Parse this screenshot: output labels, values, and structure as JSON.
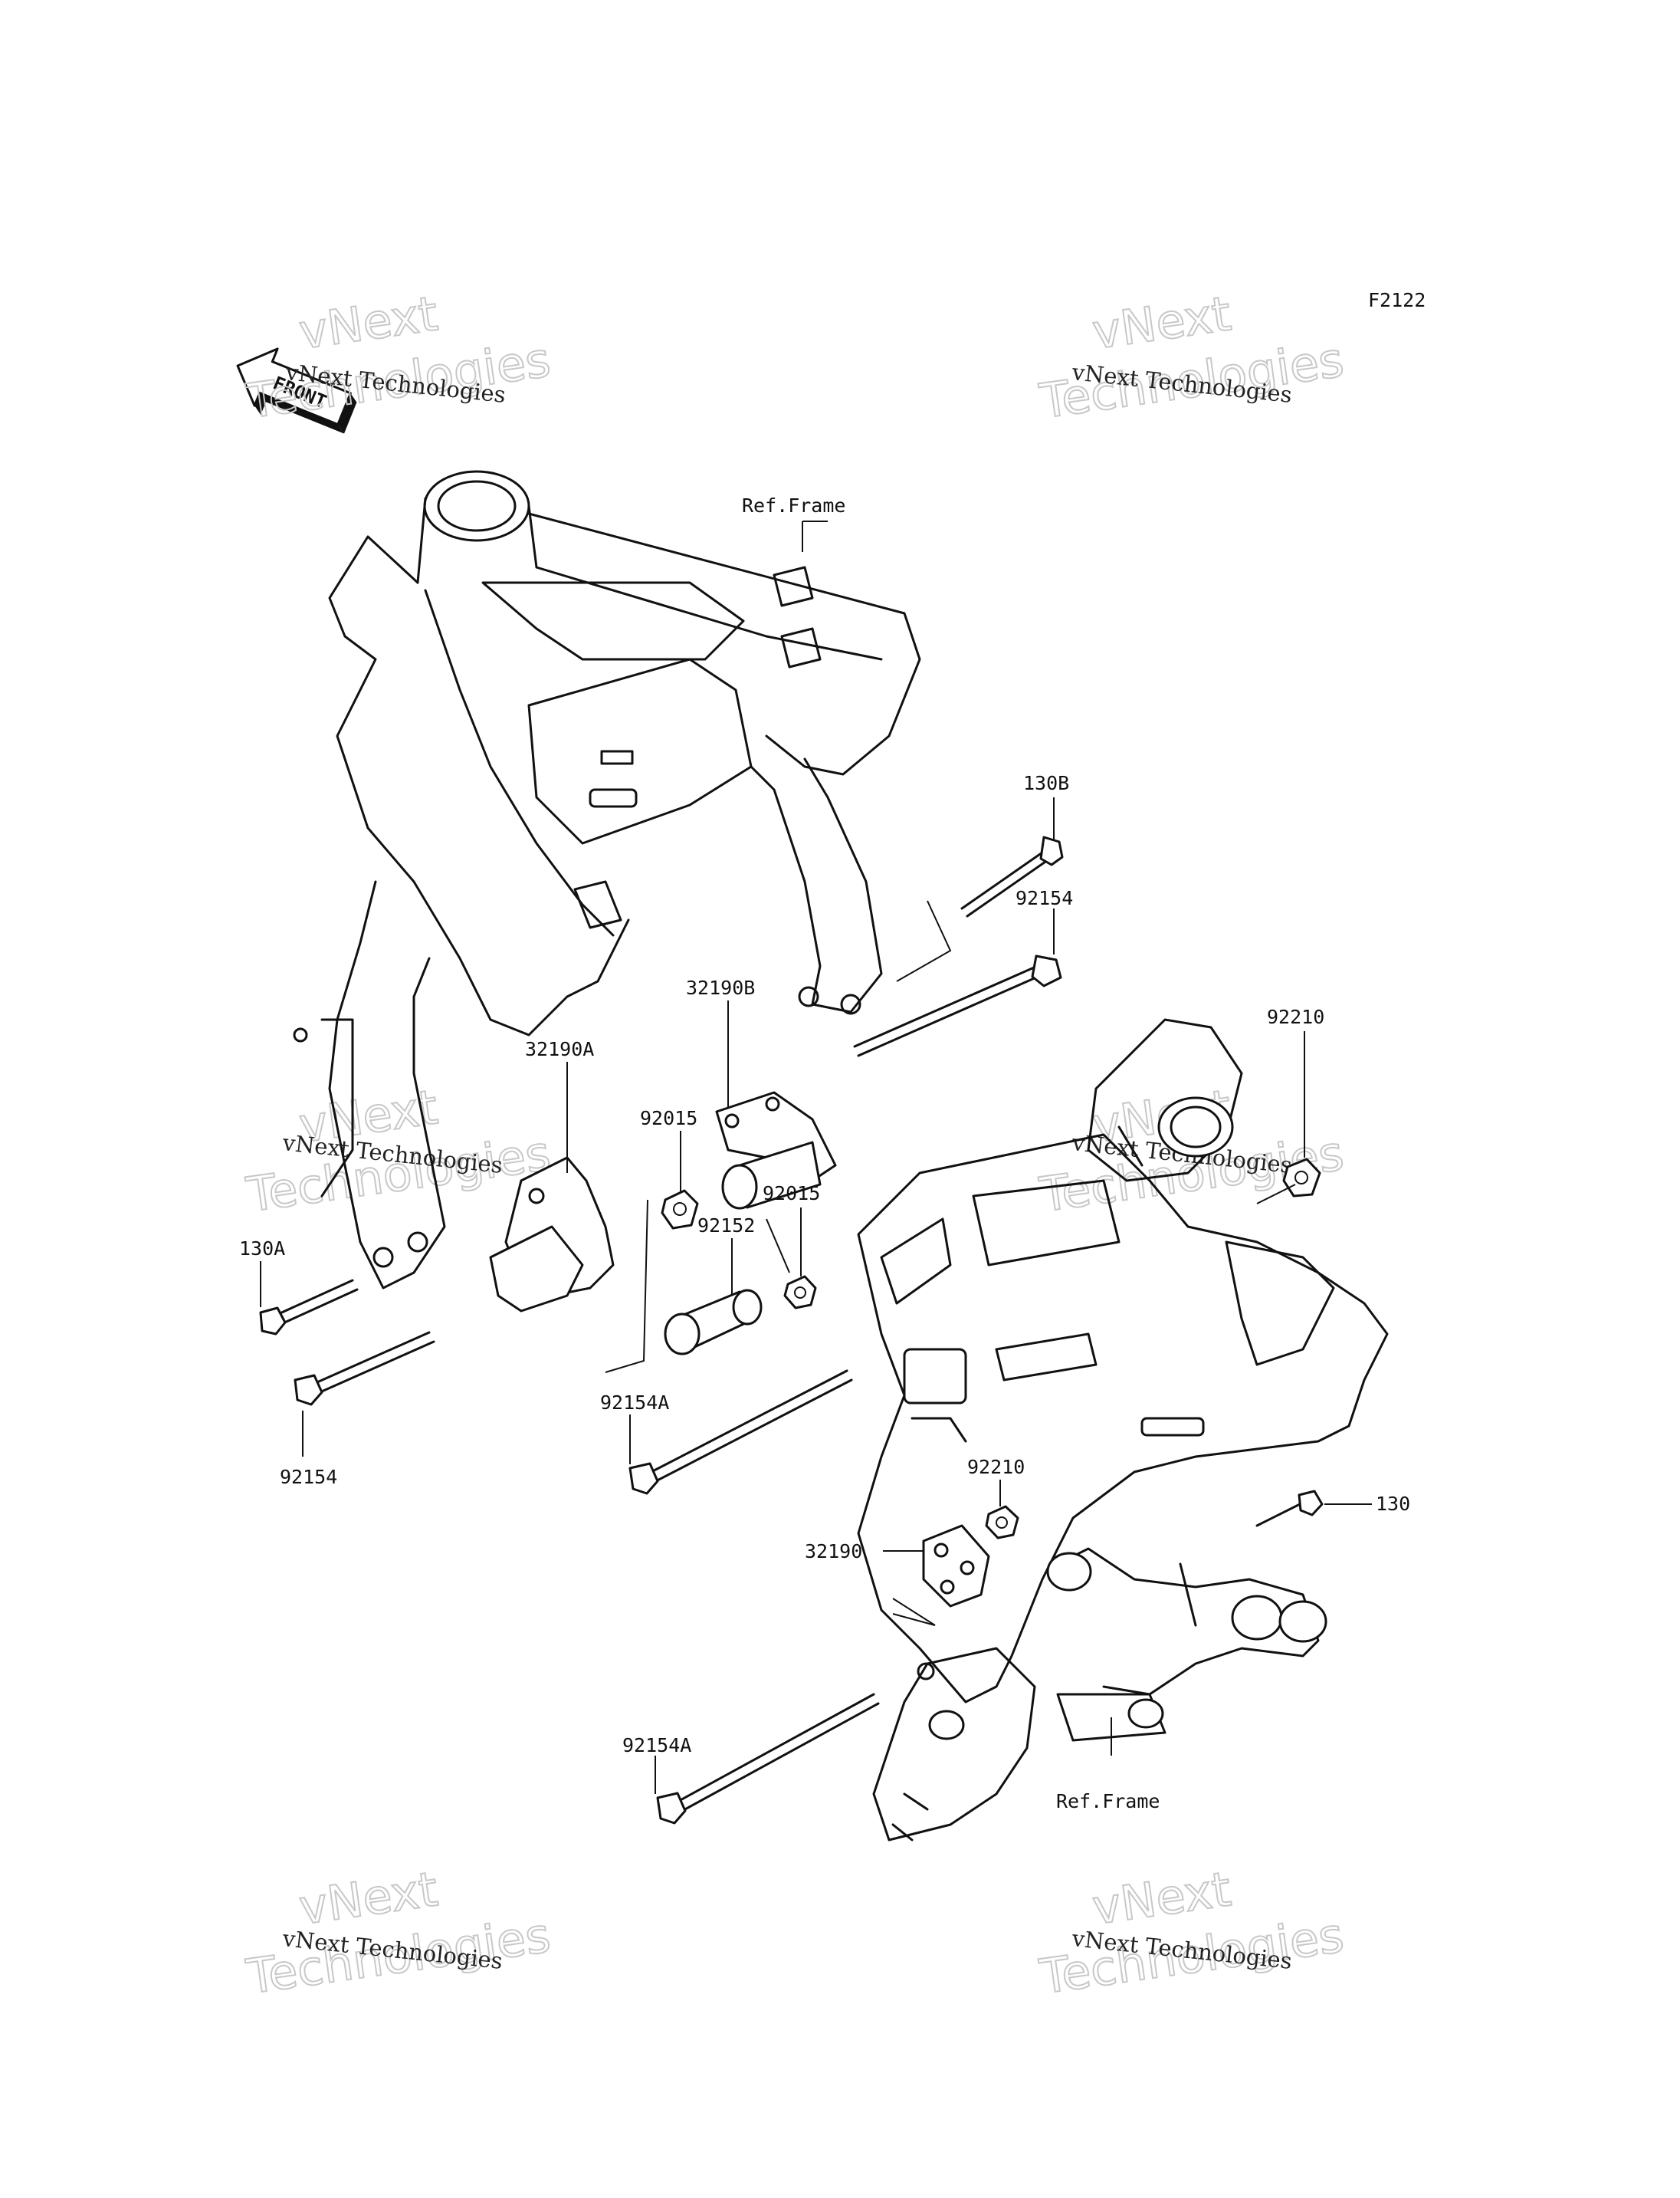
{
  "figure_code": "F2122",
  "front_badge": "FRONT",
  "watermark": {
    "line1": "vNext Technologies",
    "line2": "vNext",
    "line3": "Technologies"
  },
  "parts": {
    "ref_frame_top": "Ref.Frame",
    "ref_frame_bottom": "Ref.Frame",
    "p130B": "130B",
    "p92154_top": "92154",
    "p32190B": "32190B",
    "p92210_top": "92210",
    "p32190A": "32190A",
    "p92015_left": "92015",
    "p92015_right": "92015",
    "p92152": "92152",
    "p130A": "130A",
    "p92154_left": "92154",
    "p92154A_mid": "92154A",
    "p92210_mid": "92210",
    "p130": "130",
    "p32190": "32190",
    "p92154A_bottom": "92154A"
  },
  "icons": [
    "front-arrow-icon"
  ]
}
